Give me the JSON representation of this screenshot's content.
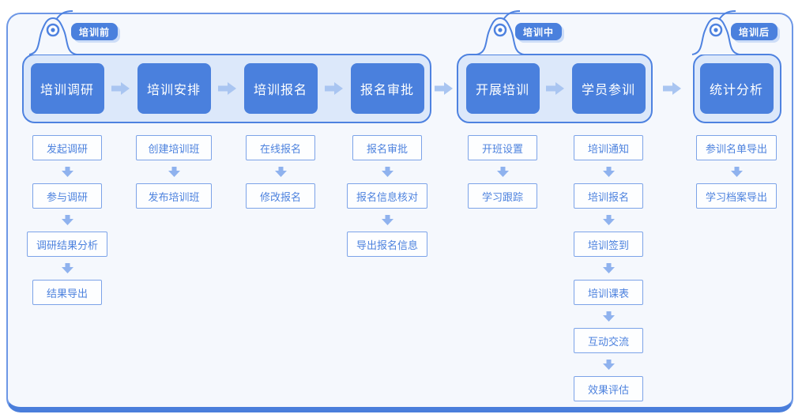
{
  "diagram_title": "",
  "phases": [
    {
      "tag": "培训前",
      "steps": [
        {
          "label": "培训调研",
          "substeps": [
            "发起调研",
            "参与调研",
            "调研结果分析",
            "结果导出"
          ]
        },
        {
          "label": "培训安排",
          "substeps": [
            "创建培训班",
            "发布培训班"
          ]
        },
        {
          "label": "培训报名",
          "substeps": [
            "在线报名",
            "修改报名"
          ]
        },
        {
          "label": "报名审批",
          "substeps": [
            "报名审批",
            "报名信息核对",
            "导出报名信息"
          ]
        }
      ]
    },
    {
      "tag": "培训中",
      "steps": [
        {
          "label": "开展培训",
          "substeps": [
            "开班设置",
            "学习跟踪"
          ]
        },
        {
          "label": "学员参训",
          "substeps": [
            "培训通知",
            "培训报名",
            "培训签到",
            "培训课表",
            "互动交流",
            "效果评估"
          ]
        }
      ]
    },
    {
      "tag": "培训后",
      "steps": [
        {
          "label": "统计分析",
          "substeps": [
            "参训名单导出",
            "学习档案导出"
          ]
        }
      ]
    }
  ],
  "colors": {
    "accent_blue": "#4a80dd",
    "group_border": "#4e82e0",
    "group_fill": "#dce8fa",
    "frame_fill": "#f5f8fd",
    "frame_border": "#6d97e6",
    "frame_bottom": "#4a7edb",
    "sub_border": "#7ca3e8",
    "sub_text": "#4d82de",
    "arrow_horizontal": "#a9c5f1",
    "arrow_vertical": "#8fb2ee",
    "tag_shadow": "#cdddf7"
  },
  "icons": {
    "pin": "pin-hole-icon",
    "arrow_right": "flow-arrow-right-icon",
    "arrow_down": "flow-arrow-down-icon"
  }
}
